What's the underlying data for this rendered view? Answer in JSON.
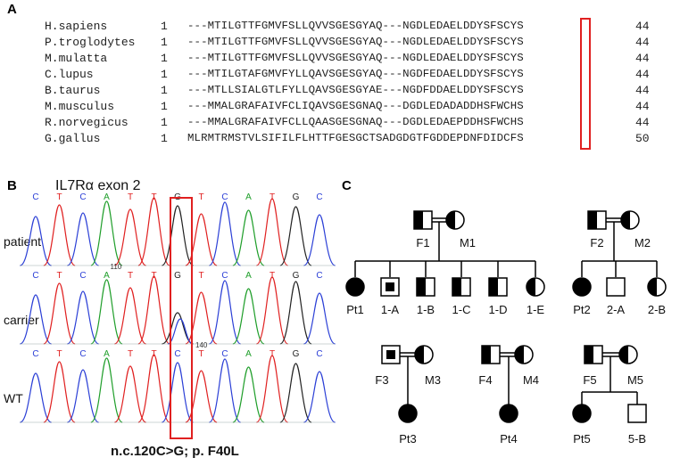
{
  "panels": {
    "a": "A",
    "b": "B",
    "c": "C"
  },
  "alignment": {
    "rows": [
      {
        "species": "H.sapiens",
        "start": "1",
        "seq": "---MTILGTTFGMVFSLLQVVSGESGYAQ---NGDLEDAELDDYSFSCYS",
        "end": "44"
      },
      {
        "species": "P.troglodytes",
        "start": "1",
        "seq": "---MTILGTTFGMVFSLLQVVSGESGYAQ---NGDLEDAELDDYSFSCYS",
        "end": "44"
      },
      {
        "species": "M.mulatta",
        "start": "1",
        "seq": "---MTILGTTFGMVFSLLQVVSGESGYAQ---NGDLEDAELDDYSFSCYS",
        "end": "44"
      },
      {
        "species": "C.lupus",
        "start": "1",
        "seq": "---MTILGTAFGMVFYLLQAVSGESGYAQ---NGDFEDAELDDYSFSCYS",
        "end": "44"
      },
      {
        "species": "B.taurus",
        "start": "1",
        "seq": "---MTLLSIALGTLFYLLQAVSGESGYAE---NGDFDDAELDDYSFSCYS",
        "end": "44"
      },
      {
        "species": "M.musculus",
        "start": "1",
        "seq": "---MMALGRAFAIVFCLIQAVSGESGNAQ---DGDLEDADADDHSFWCHS",
        "end": "44"
      },
      {
        "species": "R.norvegicus",
        "start": "1",
        "seq": "---MMALGRAFAIVFCLLQAASGESGNAQ---DGDLEDAEPDDHSFWCHS",
        "end": "44"
      },
      {
        "species": "G.gallus",
        "start": "1",
        "seq": "MLRMTRMSTVLSIFILFLHTTFGESGCTSADGDGTFGDDEPDNFDIDCFS",
        "end": "50"
      }
    ]
  },
  "chromatogram": {
    "title": "IL7Rα exon 2",
    "bases": [
      "C",
      "T",
      "C",
      "A",
      "T",
      "T",
      "G",
      "T",
      "C",
      "A",
      "T",
      "G",
      "C"
    ],
    "base_colors": {
      "A": "#1f9e2a",
      "C": "#2b3fd6",
      "G": "#222222",
      "T": "#e02020"
    },
    "tracks": [
      {
        "label": "patient",
        "calls": [
          "C",
          "T",
          "C",
          "A",
          "T",
          "T",
          "G",
          "T",
          "C",
          "A",
          "T",
          "G",
          "C"
        ],
        "position_label": ""
      },
      {
        "label": "carrier",
        "calls": [
          "C",
          "T",
          "C",
          "A",
          "T",
          "T",
          "G",
          "T",
          "C",
          "A",
          "T",
          "G",
          "C"
        ],
        "position_label": "110"
      },
      {
        "label": "WT",
        "calls": [
          "C",
          "T",
          "C",
          "A",
          "T",
          "T",
          "C",
          "T",
          "C",
          "A",
          "T",
          "G",
          "C"
        ],
        "position_label": "140"
      }
    ],
    "caption": "n.c.120C>G; p. F40L"
  },
  "pedigree": {
    "families": [
      {
        "father": "F1",
        "mother": "M1",
        "children": [
          "Pt1",
          "1-A",
          "1-B",
          "1-C",
          "1-D",
          "1-E"
        ]
      },
      {
        "father": "F2",
        "mother": "M2",
        "children": [
          "Pt2",
          "2-A",
          "2-B"
        ]
      },
      {
        "father": "F3",
        "mother": "M3",
        "children": [
          "Pt3"
        ]
      },
      {
        "father": "F4",
        "mother": "M4",
        "children": [
          "Pt4"
        ]
      },
      {
        "father": "F5",
        "mother": "M5",
        "children": [
          "Pt5",
          "5-B"
        ]
      }
    ]
  },
  "colors": {
    "highlight": "#e02020",
    "ink": "#000000"
  }
}
